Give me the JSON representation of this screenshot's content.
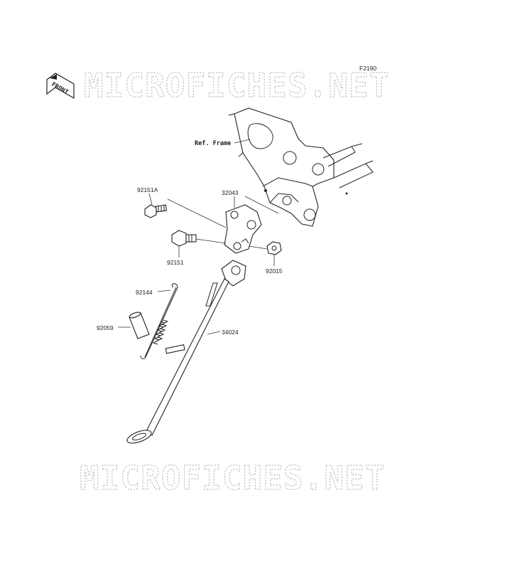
{
  "diagram": {
    "figure_code": "F2190",
    "front_label": "FRONT",
    "watermark_top": "MICROFICHES.NET",
    "watermark_bottom": "MICROFICHES.NET",
    "ref_label": "Ref. Frame",
    "parts": {
      "p92151A": "92151A",
      "p32043": "32043",
      "p92151": "92151",
      "p92015": "92015",
      "p92144": "92144",
      "p92059": "92059",
      "p34024": "34024"
    }
  }
}
